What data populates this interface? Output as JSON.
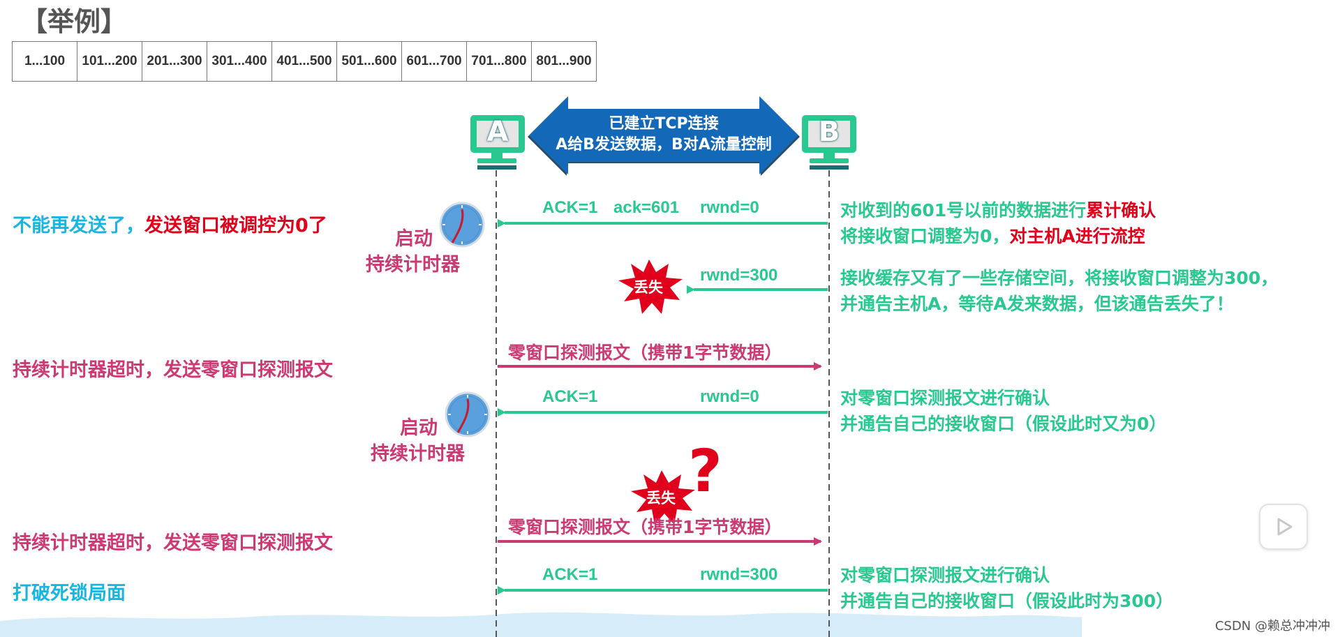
{
  "title": "【举例】",
  "segments": [
    "1...100",
    "101...200",
    "201...300",
    "301...400",
    "401...500",
    "501...600",
    "601...700",
    "701...800",
    "801...900"
  ],
  "hosts": {
    "a": "A",
    "b": "B"
  },
  "banner": {
    "line1": "已建立TCP连接",
    "line2": "A给B发送数据，B对A流量控制"
  },
  "left_labels": {
    "cannot_send_1": "不能再发送了，",
    "cannot_send_2": "发送窗口被调控为0了",
    "timeout_1": "持续计时器超时，发送零窗口探测报文",
    "timeout_2": "持续计时器超时，发送零窗口探测报文",
    "break_deadlock": "打破死锁局面"
  },
  "timers": [
    {
      "line1": "启动",
      "line2": "持续计时器"
    },
    {
      "line1": "启动",
      "line2": "持续计时器"
    }
  ],
  "messages": {
    "m1": {
      "ack": "ACK=1",
      "acknum": "ack=601",
      "rwnd": "rwnd=0"
    },
    "m2": {
      "rwnd": "rwnd=300"
    },
    "m3": "零窗口探测报文（携带1字节数据）",
    "m4": {
      "ack": "ACK=1",
      "rwnd": "rwnd=0"
    },
    "m5": "零窗口探测报文（携带1字节数据）",
    "m6": {
      "ack": "ACK=1",
      "rwnd": "rwnd=300"
    }
  },
  "lost_label": "丢失",
  "question_mark": "?",
  "right_desc": {
    "d1_line1_a": "对收到的601号以前的数据进行",
    "d1_line1_b": "累计确认",
    "d1_line2_a": "将接收窗口调整为0，",
    "d1_line2_b": "对主机A进行流控",
    "d2_line1": "接收缓存又有了一些存储空间，将接收窗口调整为300，",
    "d2_line2": "并通告主机A，等待A发来数据，但该通告丢失了！",
    "d3_line1": "对零窗口探测报文进行确认",
    "d3_line2": "并通告自己的接收窗口（假设此时又为0）",
    "d4_line1": "对零窗口探测报文进行确认",
    "d4_line2": "并通告自己的接收窗口（假设此时为300）"
  },
  "watermark": "CSDN @赖总冲冲冲",
  "colors": {
    "green": "#28c890",
    "pink": "#cc3a74",
    "red": "#e0001b",
    "cyan": "#19b5e0",
    "banner": "#1468b8"
  }
}
